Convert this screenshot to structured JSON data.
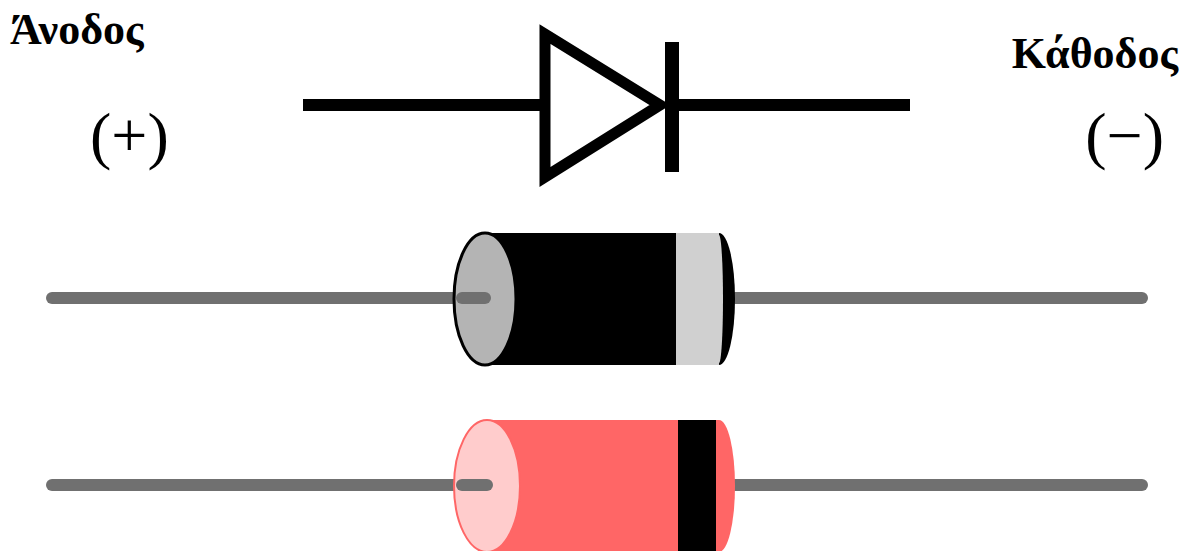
{
  "diagram": {
    "labels": [
      "Άνοδος",
      "(+)",
      "Κάθοδος",
      "(−)"
    ]
  }
}
